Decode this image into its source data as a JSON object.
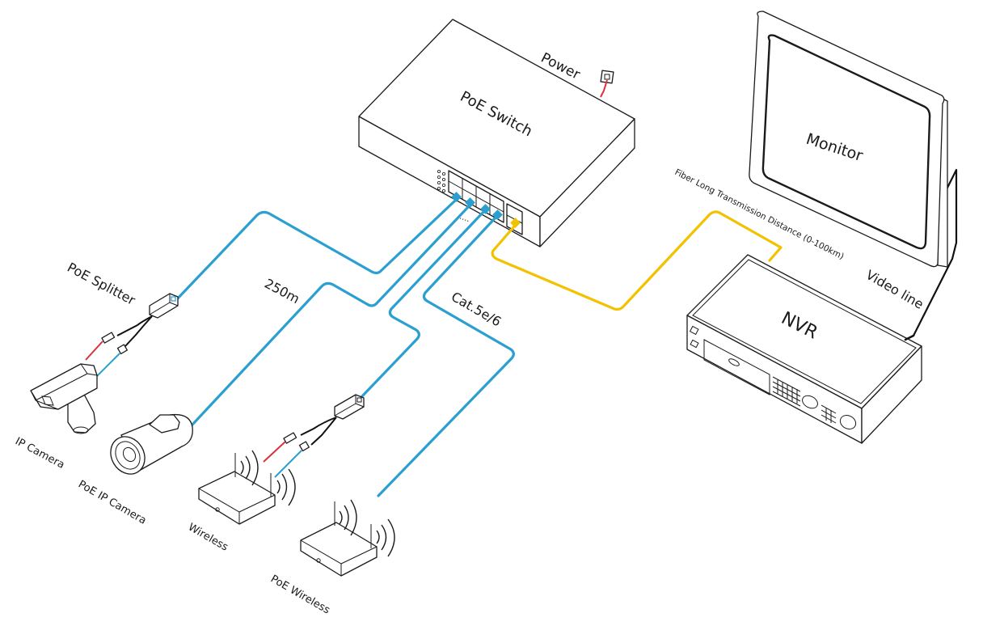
{
  "title": "PoE Switch network topology",
  "devices": {
    "poe_switch": "PoE Switch",
    "power": "Power",
    "monitor": "Monitor",
    "nvr": "NVR",
    "poe_splitter": "PoE Splitter",
    "ip_camera": "IP Camera",
    "poe_ip_camera": "PoE IP Camera",
    "wireless": "Wireless",
    "poe_wireless": "PoE Wireless"
  },
  "links": {
    "distance": "250m",
    "cable_type": "Cat.5e/6",
    "fiber": "Fiber Long Transmission Distance (0-100km)",
    "video": "Video line",
    "port_ellipsis": "...."
  },
  "colors": {
    "ethernet": "#2a9fd0",
    "fiber": "#f2c200",
    "power": "#d8323a",
    "video": "#111111"
  }
}
